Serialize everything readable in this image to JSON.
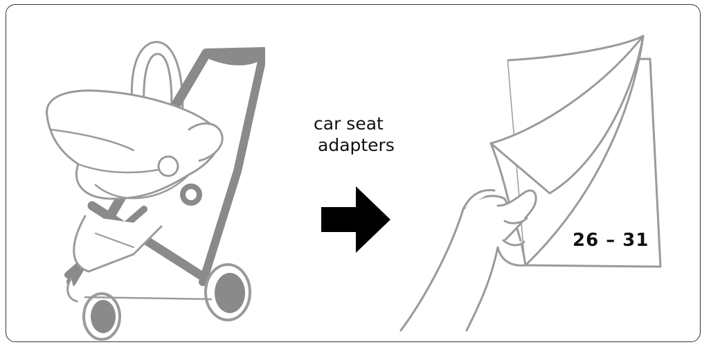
{
  "caption": {
    "line1": "car seat",
    "line2": "adapters"
  },
  "page_reference": "26 – 31",
  "icons": [
    "stroller-with-car-seat-icon",
    "right-arrow-icon",
    "manual-pages-icon"
  ],
  "colors": {
    "frame": "#333333",
    "illustration_outline": "#999999",
    "frame_gray": "#8a8a8a",
    "arrow": "#000000"
  }
}
